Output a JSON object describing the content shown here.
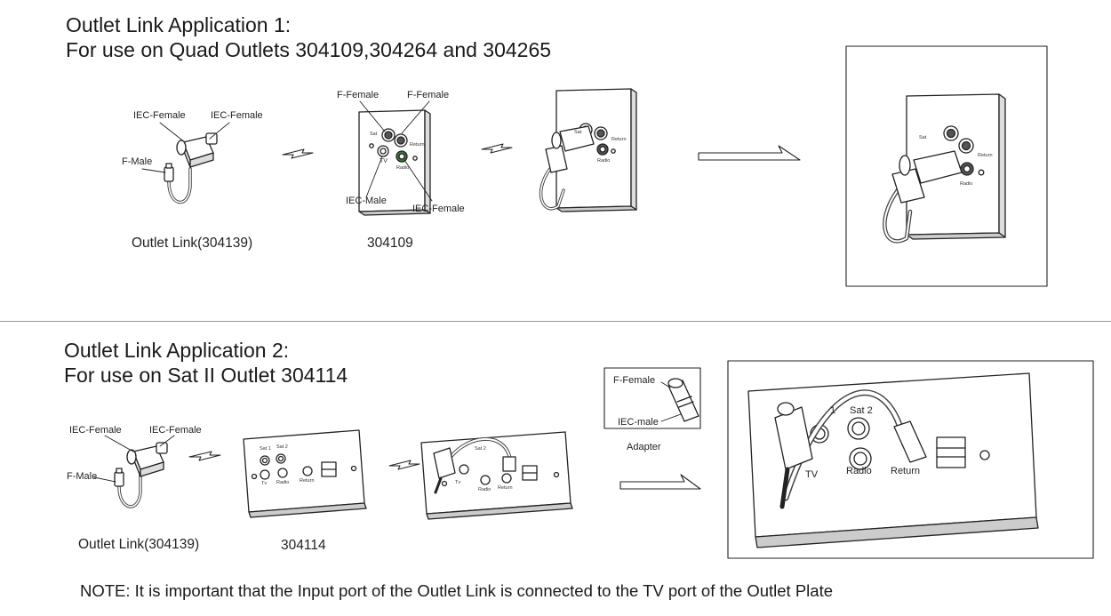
{
  "section1": {
    "title_line1": "Outlet Link Application 1:",
    "title_line2": "For use on Quad Outlets 304109,304264 and 304265",
    "link_labels": {
      "iec_female_left": "IEC-Female",
      "iec_female_right": "IEC-Female",
      "f_male": "F-Male"
    },
    "link_caption": "Outlet Link(304139)",
    "plate_labels": {
      "f_female_left": "F-Female",
      "f_female_right": "F-Female",
      "iec_male": "IEC-Male",
      "iec_female": "IEC-Female"
    },
    "plate_port_labels": {
      "sat": "Sat",
      "return": "Return",
      "tv": "TV",
      "radio": "Radio"
    },
    "plate_caption": "304109"
  },
  "section2": {
    "title_line1": "Outlet Link Application 2:",
    "title_line2": "For use on Sat II Outlet 304114",
    "link_labels": {
      "iec_female_left": "IEC-Female",
      "iec_female_right": "IEC-Female",
      "f_male": "F-Male"
    },
    "link_caption": "Outlet Link(304139)",
    "plate_caption": "304114",
    "plate_port_labels": {
      "sat1": "Sat 1",
      "sat2": "Sat 2",
      "tv": "Tv",
      "radio": "Radio",
      "return": "Return"
    },
    "adapter_labels": {
      "f_female": "F-Female",
      "iec_male": "IEC-male"
    },
    "adapter_caption": "Adapter",
    "large_port_labels": {
      "sat1": "1",
      "sat2": "Sat 2",
      "tv": "TV",
      "radio": "Radio",
      "return": "Return"
    }
  },
  "note": "NOTE: It is important that the Input port of the Outlet Link is connected to the TV port of the Outlet Plate"
}
